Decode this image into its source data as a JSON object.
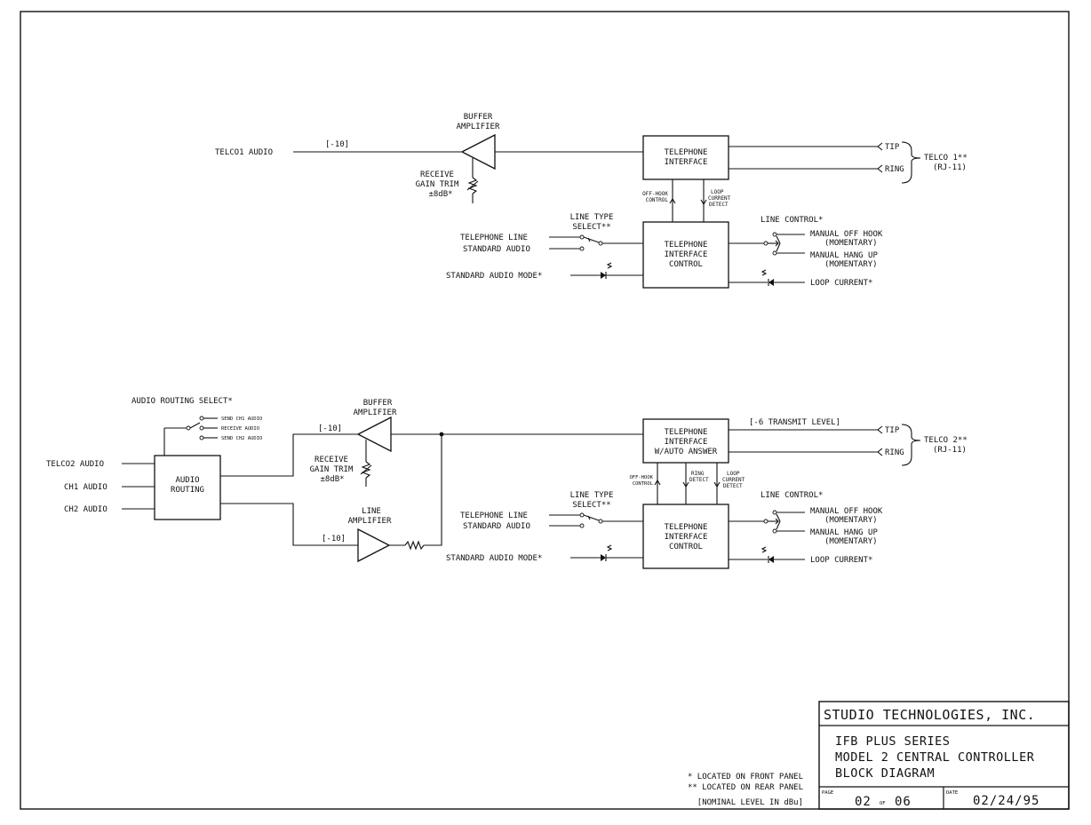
{
  "section1": {
    "input": "TELCO1 AUDIO",
    "level_in": "[-10]",
    "buffer_amp": [
      "BUFFER",
      "AMPLIFIER"
    ],
    "gain_trim": [
      "RECEIVE",
      "GAIN TRIM",
      "±8dB*"
    ],
    "tel_interface": [
      "TELEPHONE",
      "INTERFACE"
    ],
    "tip": "TIP",
    "ring": "RING",
    "telco": "TELCO 1**",
    "rj": "(RJ-11)",
    "off_hook": [
      "OFF-HOOK",
      "CONTROL"
    ],
    "loop_detect": [
      "LOOP",
      "CURRENT",
      "DETECT"
    ],
    "line_type": [
      "LINE TYPE",
      "SELECT**"
    ],
    "tel_line": "TELEPHONE LINE",
    "std_audio": "STANDARD AUDIO",
    "std_audio_mode": "STANDARD AUDIO MODE*",
    "tic": [
      "TELEPHONE",
      "INTERFACE",
      "CONTROL"
    ],
    "line_control": "LINE CONTROL*",
    "manual_off": [
      "MANUAL OFF HOOK",
      "(MOMENTARY)"
    ],
    "manual_hang": [
      "MANUAL HANG UP",
      "(MOMENTARY)"
    ],
    "loop_current": "LOOP CURRENT*"
  },
  "section2": {
    "routing_select": "AUDIO ROUTING SELECT*",
    "route_opts": [
      "SEND CH1 AUDIO",
      "RECEIVE AUDIO",
      "SEND CH2 AUDIO"
    ],
    "inputs": [
      "TELCO2 AUDIO",
      "CH1 AUDIO",
      "CH2 AUDIO"
    ],
    "routing_box": [
      "AUDIO",
      "ROUTING"
    ],
    "level_top": "[-10]",
    "level_bottom": "[-10]",
    "buffer_amp": [
      "BUFFER",
      "AMPLIFIER"
    ],
    "gain_trim": [
      "RECEIVE",
      "GAIN TRIM",
      "±8dB*"
    ],
    "line_amp": [
      "LINE",
      "AMPLIFIER"
    ],
    "tel_interface": [
      "TELEPHONE",
      "INTERFACE",
      "W/AUTO ANSWER"
    ],
    "transmit_level": "[-6 TRANSMIT LEVEL]",
    "tip": "TIP",
    "ring": "RING",
    "telco": "TELCO 2**",
    "rj": "(RJ-11)",
    "off_hook": [
      "OFF-HOOK",
      "CONTROL"
    ],
    "ring_detect": [
      "RING",
      "DETECT"
    ],
    "loop_detect": [
      "LOOP",
      "CURRENT",
      "DETECT"
    ],
    "line_type": [
      "LINE TYPE",
      "SELECT**"
    ],
    "tel_line": "TELEPHONE LINE",
    "std_audio": "STANDARD AUDIO",
    "std_audio_mode": "STANDARD AUDIO MODE*",
    "tic": [
      "TELEPHONE",
      "INTERFACE",
      "CONTROL"
    ],
    "line_control": "LINE CONTROL*",
    "manual_off": [
      "MANUAL OFF HOOK",
      "(MOMENTARY)"
    ],
    "manual_hang": [
      "MANUAL HANG UP",
      "(MOMENTARY)"
    ],
    "loop_current": "LOOP CURRENT*"
  },
  "notes": [
    "* LOCATED ON FRONT PANEL",
    "** LOCATED ON REAR PANEL",
    "[NOMINAL LEVEL IN dBu]"
  ],
  "title_block": {
    "company": "STUDIO TECHNOLOGIES, INC.",
    "title_lines": [
      "IFB PLUS SERIES",
      "MODEL 2 CENTRAL CONTROLLER",
      "BLOCK DIAGRAM"
    ],
    "page_label": "PAGE",
    "page_num": "02",
    "page_of": "OF",
    "page_total": "06",
    "date_label": "DATE",
    "date": "02/24/95"
  }
}
